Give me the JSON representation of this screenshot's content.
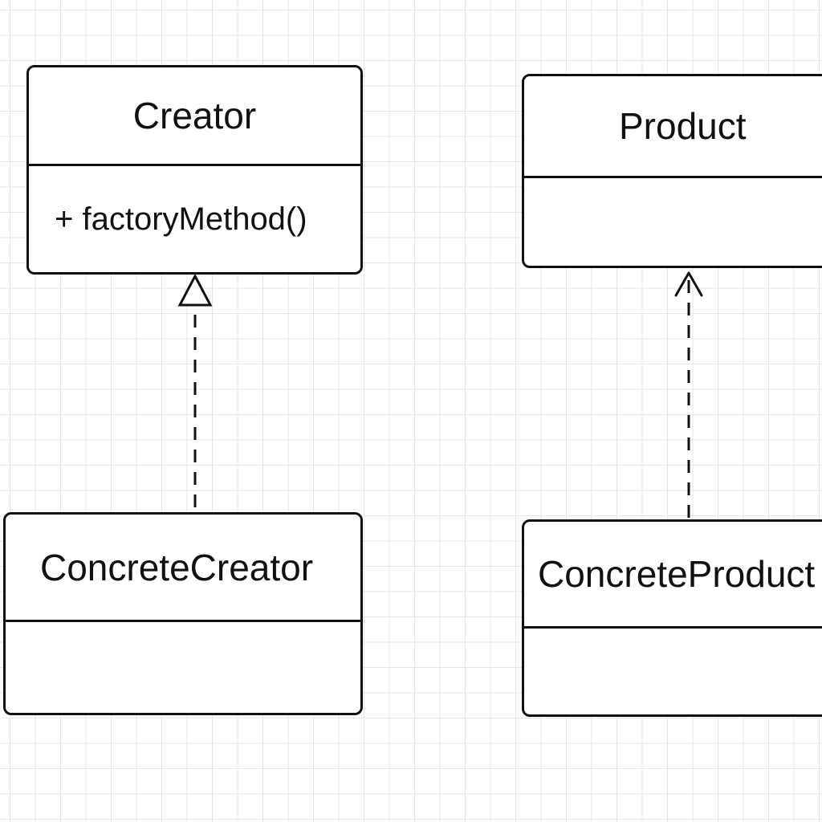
{
  "diagram": {
    "colors": {
      "stroke": "#111111",
      "background": "#ffffff",
      "grid": "#e6e6e6"
    },
    "classes": {
      "creator": {
        "name": "Creator",
        "operation": "+ factoryMethod()"
      },
      "product": {
        "name": "Product",
        "operation": ""
      },
      "concrete_creator": {
        "name": "ConcreteCreator",
        "operation": ""
      },
      "concrete_product": {
        "name": "ConcreteProduct",
        "operation": ""
      }
    },
    "relations": [
      {
        "from": "concrete_creator",
        "to": "creator",
        "kind": "realization",
        "line": "dashed",
        "head": "hollow-triangle"
      },
      {
        "from": "concrete_product",
        "to": "product",
        "kind": "dependency",
        "line": "dashed",
        "head": "open-arrow"
      }
    ]
  }
}
